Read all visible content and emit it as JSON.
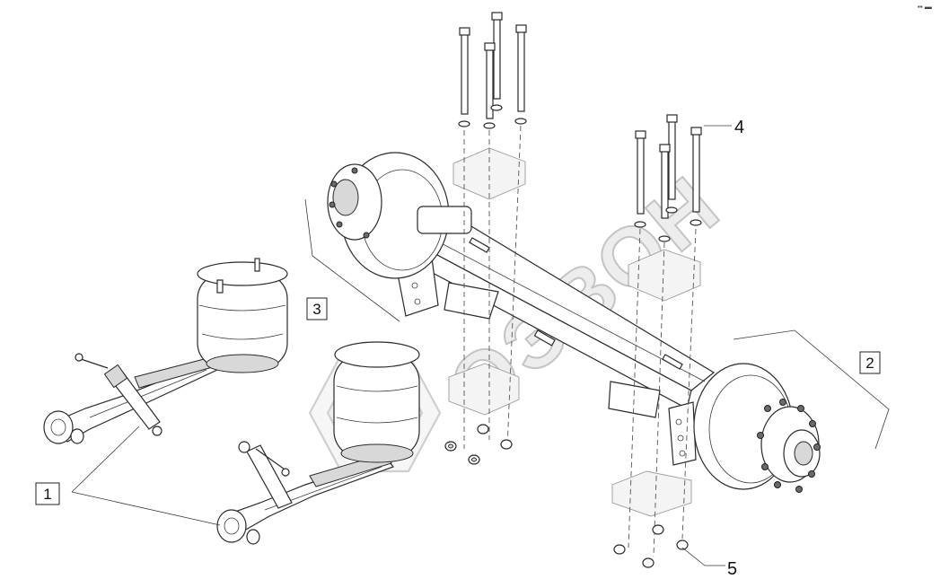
{
  "diagram": {
    "callouts": [
      {
        "id": "1",
        "label": "1"
      },
      {
        "id": "2",
        "label": "2"
      },
      {
        "id": "3",
        "label": "3"
      },
      {
        "id": "4",
        "label": "4"
      },
      {
        "id": "5",
        "label": "5"
      }
    ],
    "watermark": {
      "text": "ОЭВОН"
    },
    "corner_mark": "▪▪ ▬"
  },
  "colors": {
    "line": "#2a2a2a",
    "shade": "#d8d8d8",
    "watermark": "#cfcfcf"
  }
}
